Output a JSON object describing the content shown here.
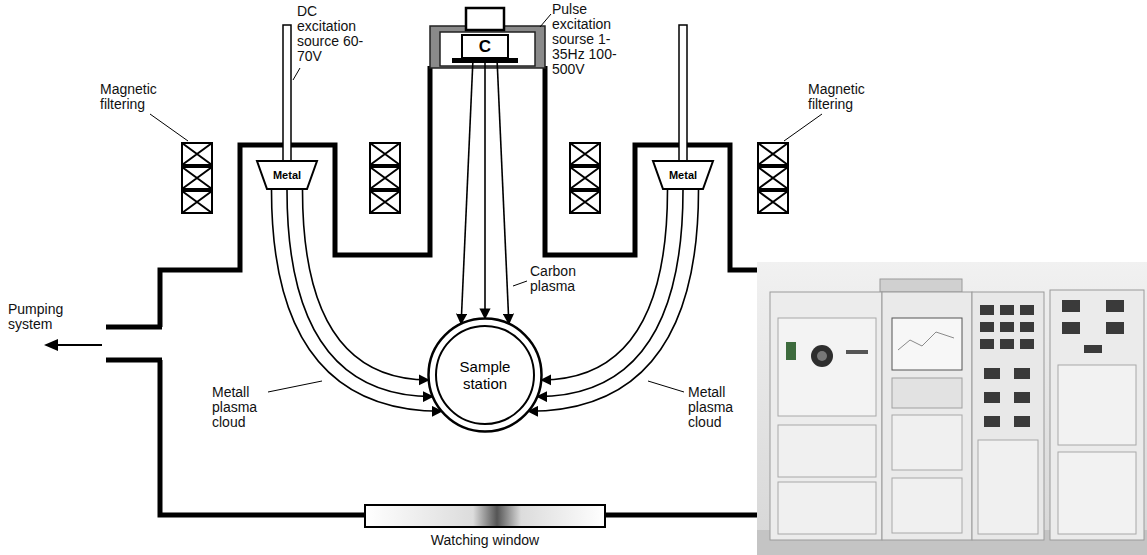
{
  "diagram": {
    "nodes": [
      {
        "text": [
          "Metal"
        ]
      },
      {
        "text": [
          "C"
        ]
      },
      {
        "text": [
          "Metal"
        ]
      },
      {
        "text": [
          "Sample station"
        ]
      }
    ],
    "edges": [
      {
        "from": 0,
        "to": 3,
        "arrow": "to"
      },
      {
        "from": 0,
        "to": 3,
        "arrow": "to"
      },
      {
        "from": 0,
        "to": 3,
        "arrow": "to"
      },
      {
        "from": 1,
        "to": 3,
        "arrow": "to"
      },
      {
        "from": 1,
        "to": 3,
        "arrow": "to"
      },
      {
        "from": 1,
        "to": 3,
        "arrow": "to"
      },
      {
        "from": 2,
        "to": 3,
        "arrow": "to"
      },
      {
        "from": 2,
        "to": 3,
        "arrow": "to"
      },
      {
        "from": 2,
        "to": 3,
        "arrow": "to"
      }
    ],
    "labels": [
      "DC excitation source 60-70V",
      "Pulse excitation sourse 1-35Hz 100-500V",
      "Magnetic filtering",
      "Magnetic filtering",
      "Carbon plasma",
      "Metall plasma cloud",
      "Metall plasma cloud",
      "Pumping system",
      "Watching window"
    ]
  }
}
